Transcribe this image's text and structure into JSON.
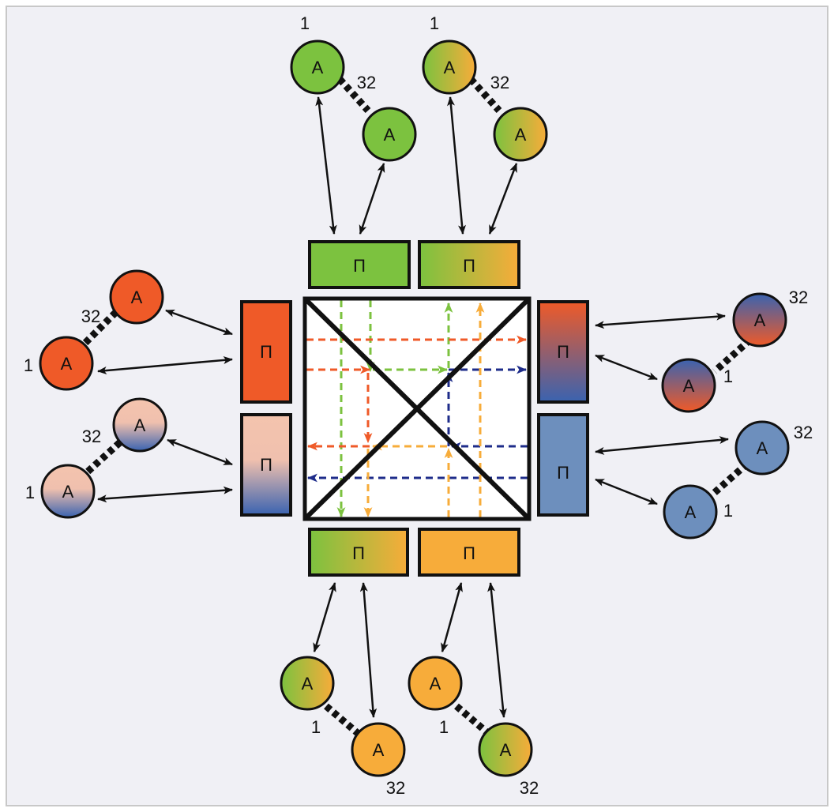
{
  "labels": {
    "node": "А",
    "port": "П",
    "first_index": "1",
    "last_index": "32"
  },
  "colors": {
    "frame_bg": "#f0f0f5",
    "frame_border": "#c8c8c8",
    "green": "#7cc23f",
    "orange": "#f7ac3a",
    "red": "#ef5a28",
    "pink": "#f4c4ae",
    "blue": "#3a63b0",
    "steel": "#6d8fbd",
    "navy": "#1e2c8a",
    "black": "#111111"
  },
  "groups": [
    {
      "id": "top-left",
      "port_fill": "green",
      "node_a_fill": "green",
      "node_b_fill": "green"
    },
    {
      "id": "top-right",
      "port_fill": "green-orange",
      "node_a_fill": "green-orange",
      "node_b_fill": "green-orange"
    },
    {
      "id": "left-top",
      "port_fill": "red",
      "node_a_fill": "red",
      "node_b_fill": "red"
    },
    {
      "id": "left-bottom",
      "port_fill": "pink-blue",
      "node_a_fill": "pink-blue",
      "node_b_fill": "pink-blue"
    },
    {
      "id": "right-top",
      "port_fill": "red-blue",
      "node_a_fill": "blue-red",
      "node_b_fill": "blue-red"
    },
    {
      "id": "right-bottom",
      "port_fill": "steel",
      "node_a_fill": "steel",
      "node_b_fill": "steel"
    },
    {
      "id": "bottom-left",
      "port_fill": "green-orange",
      "node_a_fill": "green-orange",
      "node_b_fill": "orange"
    },
    {
      "id": "bottom-right",
      "port_fill": "orange",
      "node_a_fill": "orange",
      "node_b_fill": "green-orange"
    }
  ]
}
